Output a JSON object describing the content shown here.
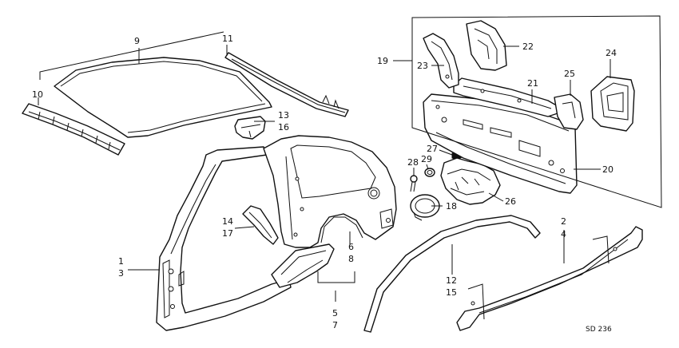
{
  "callouts": {
    "c1": "1",
    "c2": "2",
    "c3": "3",
    "c4": "4",
    "c5": "5",
    "c6": "6",
    "c7": "7",
    "c8": "8",
    "c9": "9",
    "c10": "10",
    "c11": "11",
    "c12": "12",
    "c13": "13",
    "c14": "14",
    "c15": "15",
    "c16": "16",
    "c17": "17",
    "c18": "18",
    "c19": "19",
    "c20": "20",
    "c21": "21",
    "c22": "22",
    "c23": "23",
    "c24": "24",
    "c25": "25",
    "c26": "26",
    "c27": "27",
    "c28": "28",
    "c29": "29"
  },
  "diagram_code": "SD 236"
}
